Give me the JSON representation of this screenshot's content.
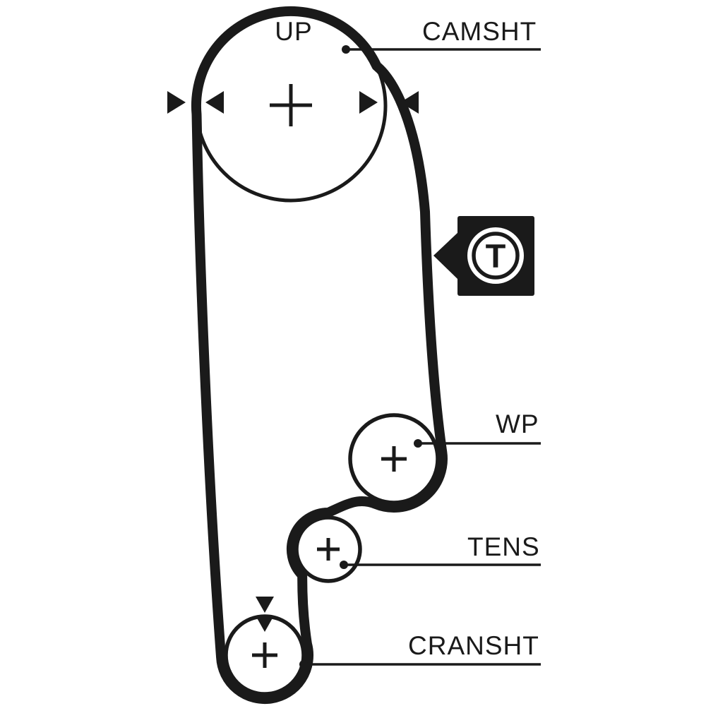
{
  "diagram": {
    "type": "timing-belt-routing",
    "background": "#ffffff",
    "ink": "#1a1a1a",
    "labels": {
      "up": "UP",
      "camshaft": "CAMSHT",
      "water_pump": "WP",
      "tensioner": "TENS",
      "crankshaft": "CRANSHT"
    },
    "timing_mark": {
      "symbol": "T"
    }
  }
}
